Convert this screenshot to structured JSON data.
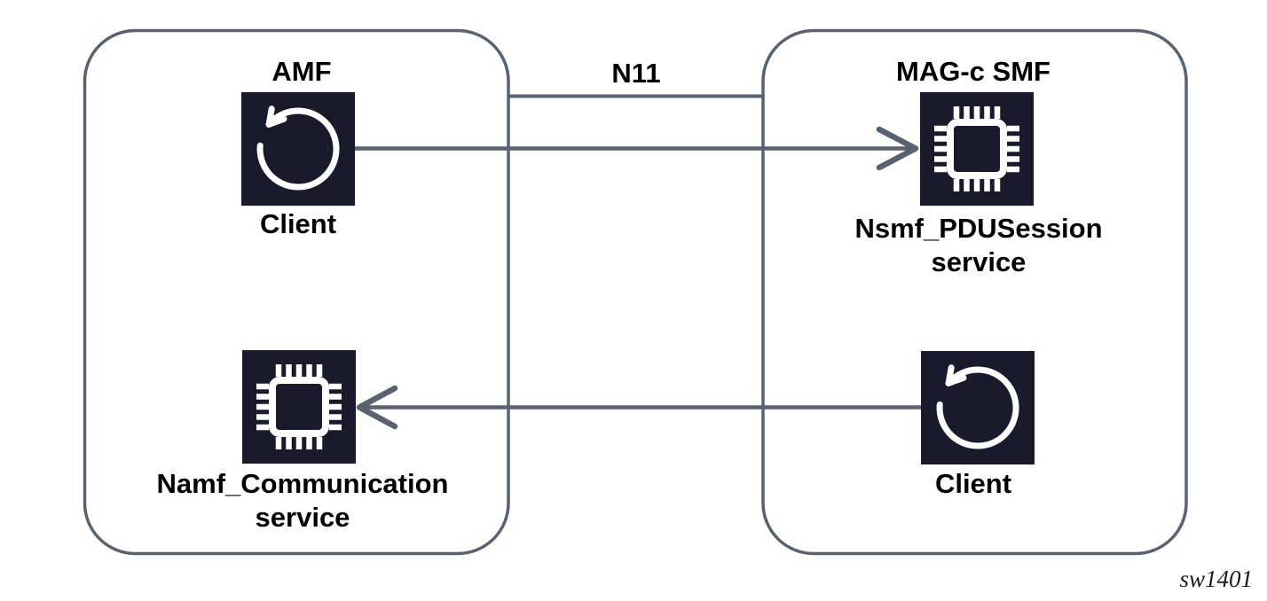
{
  "colors": {
    "line": "#5a6270",
    "icon_bg": "#191b2c",
    "icon_glyph": "#ffffff",
    "text": "#000000"
  },
  "boxes": {
    "amf": {
      "title": "AMF",
      "client": {
        "label": "Client",
        "icon": "rotate-ccw-icon"
      },
      "service": {
        "label_line1": "Namf_Communication",
        "label_line2": "service",
        "icon": "chip-icon"
      }
    },
    "magc_smf": {
      "title": "MAG-c SMF",
      "service": {
        "label_line1": "Nsmf_PDUSession",
        "label_line2": "service",
        "icon": "chip-icon"
      },
      "client": {
        "label": "Client",
        "icon": "rotate-ccw-icon"
      }
    }
  },
  "connections": {
    "n11": {
      "label": "N11"
    },
    "amf_client_to_nsmf_service": {
      "direction": "right"
    },
    "smf_client_to_namf_service": {
      "direction": "left"
    }
  },
  "watermark": "sw1401"
}
